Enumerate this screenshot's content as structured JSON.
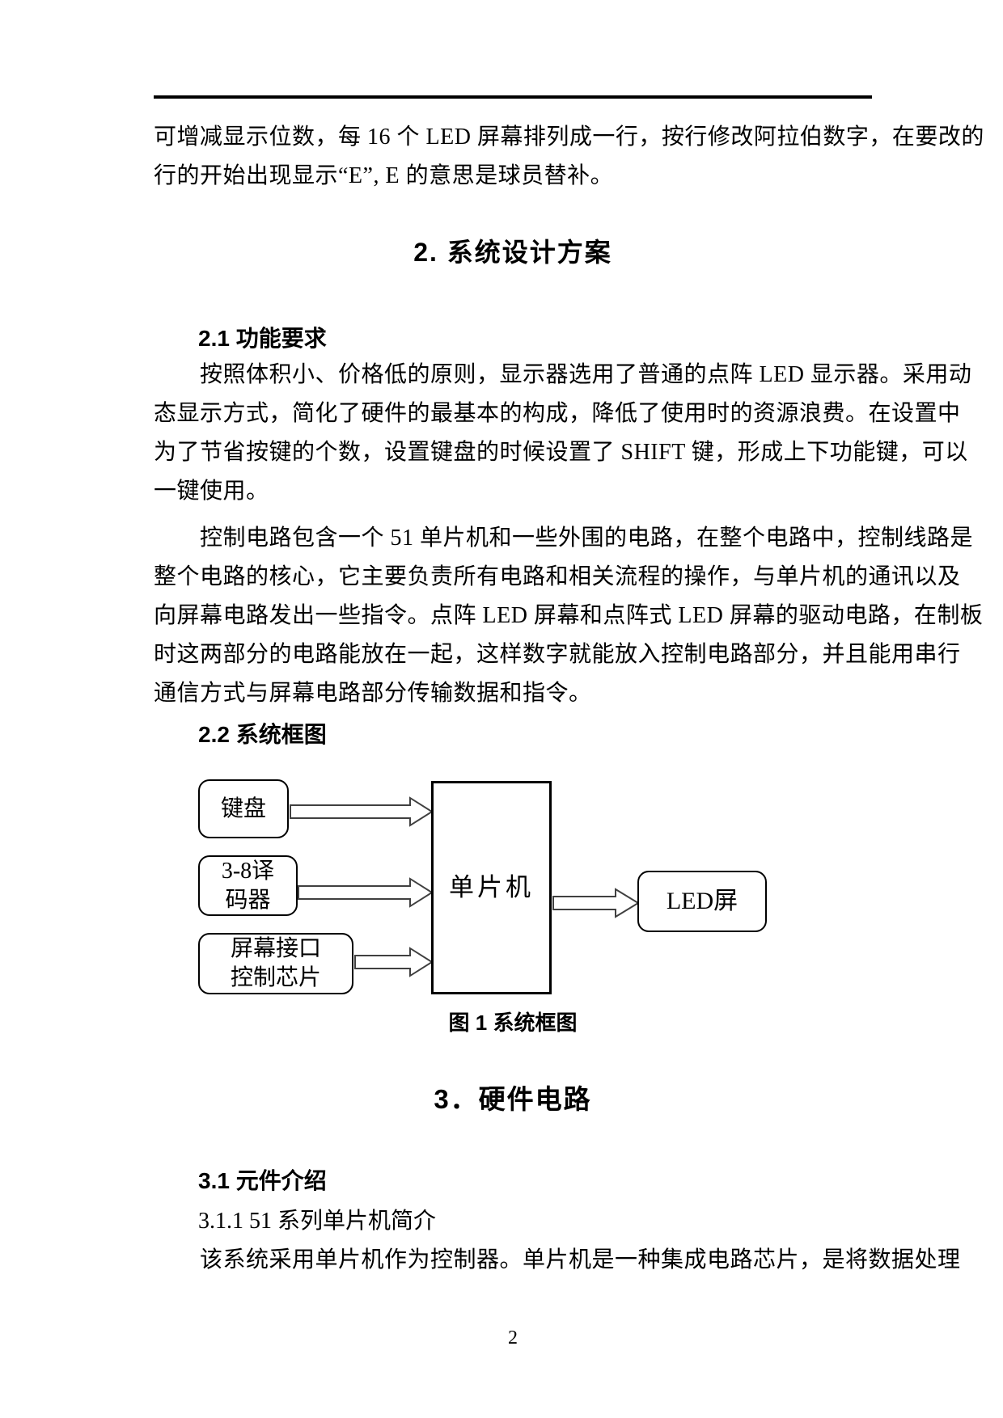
{
  "page": {
    "number": "2"
  },
  "colors": {
    "text": "#000000",
    "background": "#ffffff",
    "rule": "#000000"
  },
  "intro": {
    "lines": [
      "可增减显示位数，每 16 个 LED 屏幕排列成一行，按行修改阿拉伯数字，在要改的",
      "行的开始出现显示“E”, E 的意思是球员替补。"
    ]
  },
  "section2": {
    "title": "2.  系统设计方案",
    "s21": {
      "title": "2.1 功能要求",
      "paragraph1": {
        "lines": [
          "按照体积小、价格低的原则，显示器选用了普通的点阵 LED 显示器。采用动",
          "态显示方式，简化了硬件的最基本的构成，降低了使用时的资源浪费。在设置中",
          "为了节省按键的个数，设置键盘的时候设置了 SHIFT 键，形成上下功能键，可以",
          "一键使用。"
        ]
      },
      "paragraph2": {
        "lines": [
          "控制电路包含一个 51 单片机和一些外围的电路，在整个电路中，控制线路是",
          "整个电路的核心，它主要负责所有电路和相关流程的操作，与单片机的通讯以及",
          "向屏幕电路发出一些指令。点阵 LED 屏幕和点阵式 LED 屏幕的驱动电路，在制板",
          "时这两部分的电路能放在一起，这样数字就能放入控制电路部分，并且能用串行",
          "通信方式与屏幕电路部分传输数据和指令。"
        ]
      }
    },
    "s22": {
      "title": "2.2 系统框图"
    }
  },
  "diagram": {
    "caption": "图 1 系统框图",
    "boxes": {
      "keyboard": {
        "label": "键盘"
      },
      "decoder": {
        "line1": "3-8译",
        "line2": "码器"
      },
      "screen_interface": {
        "line1": "屏幕接口",
        "line2": "控制芯片"
      },
      "mcu": {
        "label": "单片机"
      },
      "led_screen": {
        "label": "LED屏"
      }
    }
  },
  "section3": {
    "title": "3．硬件电路",
    "s31": {
      "title": "3.1 元件介绍",
      "s311_title": "3.1.1 51 系列单片机简介",
      "paragraph": {
        "lines": [
          "该系统采用单片机作为控制器。单片机是一种集成电路芯片，是将数据处理"
        ]
      }
    }
  }
}
